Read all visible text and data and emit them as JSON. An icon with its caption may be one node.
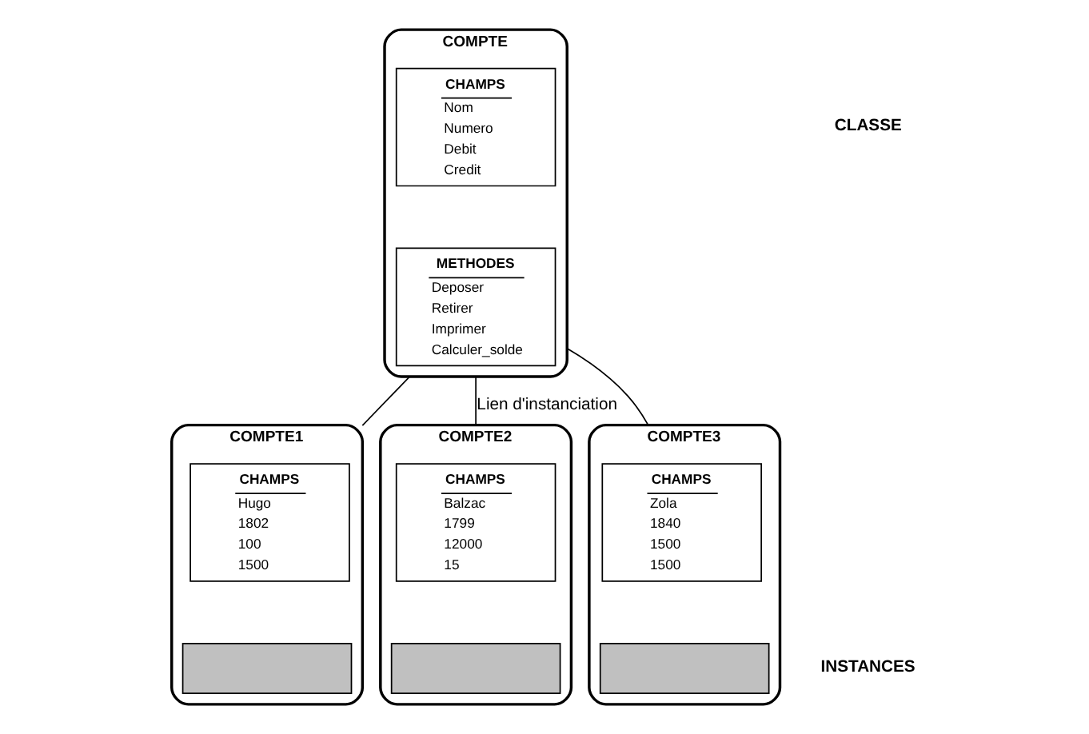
{
  "diagram": {
    "nodes": [
      {
        "text": [
          "COMPTE"
        ]
      },
      {
        "text": [
          "CHAMPS",
          "Nom",
          "Numero",
          "Debit",
          "Credit"
        ],
        "in": 0
      },
      {
        "text": [
          "METHODES",
          "Deposer",
          "Retirer",
          "Imprimer",
          "Calculer_solde"
        ],
        "in": 0
      },
      {
        "text": [
          "COMPTE1"
        ]
      },
      {
        "text": [
          "CHAMPS",
          "Hugo",
          "1802",
          "100",
          "1500"
        ],
        "in": 3
      },
      {
        "text": [],
        "shape": "box",
        "in": 3
      },
      {
        "text": [
          "COMPTE2"
        ]
      },
      {
        "text": [
          "CHAMPS",
          "Balzac",
          "1799",
          "12000",
          "15"
        ],
        "in": 6
      },
      {
        "text": [],
        "shape": "box",
        "in": 6
      },
      {
        "text": [
          "COMPTE3"
        ]
      },
      {
        "text": [
          "CHAMPS",
          "Zola",
          "1840",
          "1500",
          "1500"
        ],
        "in": 9
      },
      {
        "text": [],
        "shape": "box",
        "in": 9
      }
    ],
    "edges": [
      {
        "from": 0,
        "to": 3,
        "arrow": "none"
      },
      {
        "from": 0,
        "to": 6,
        "arrow": "none",
        "label": "Lien d'instanciation"
      },
      {
        "from": 0,
        "to": 9,
        "arrow": "none"
      }
    ],
    "labels": [
      "CLASSE",
      "INSTANCES"
    ]
  }
}
